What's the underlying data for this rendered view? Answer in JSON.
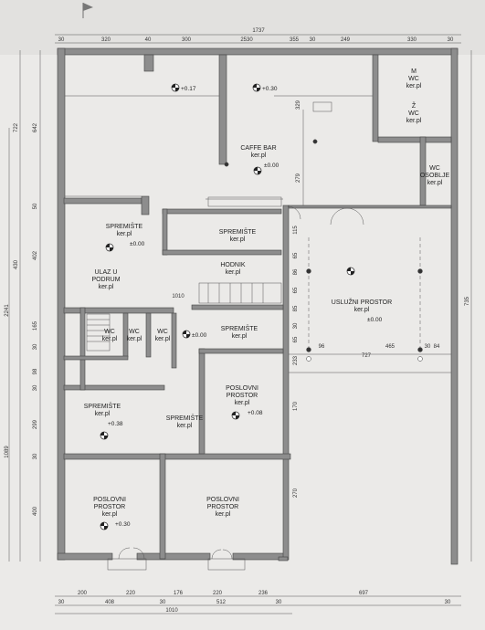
{
  "rooms": [
    {
      "id": "caffe-bar",
      "name": "CAFFE BAR",
      "floor": "ker.pl",
      "level": "±0.00"
    },
    {
      "id": "m-wc",
      "name": "M\nWC",
      "floor": "ker.pl"
    },
    {
      "id": "z-wc",
      "name": "Ž\nWC",
      "floor": "ker.pl"
    },
    {
      "id": "wc-osoblje",
      "name": "WC\nOSOBLJE",
      "floor": "ker.pl"
    },
    {
      "id": "spremiste-1",
      "name": "SPREMIŠTE",
      "floor": "ker.pl",
      "level": "±0.00"
    },
    {
      "id": "ulaz-u-podrum",
      "name": "ULAZ U\nPODRUM",
      "floor": "ker.pl"
    },
    {
      "id": "spremiste-2",
      "name": "SPREMIŠTE",
      "floor": "ker.pl"
    },
    {
      "id": "hodnik",
      "name": "HODNIK",
      "floor": "ker.pl"
    },
    {
      "id": "spremiste-3",
      "name": "SPREMIŠTE",
      "floor": "ker.pl"
    },
    {
      "id": "usluzni-prostor",
      "name": "USLUŽNI PROSTOR",
      "floor": "ker.pl",
      "level": "±0.00"
    },
    {
      "id": "wc-a",
      "name": "WC",
      "floor": "ker.pl"
    },
    {
      "id": "wc-b",
      "name": "WC",
      "floor": "ker.pl"
    },
    {
      "id": "wc-c",
      "name": "WC",
      "floor": "ker.pl"
    },
    {
      "id": "spremiste-4",
      "name": "SPREMIŠTE",
      "floor": "ker.pl",
      "level": "+0.38"
    },
    {
      "id": "spremiste-5",
      "name": "SPREMIŠTE",
      "floor": "ker.pl"
    },
    {
      "id": "poslovni-prostor-1",
      "name": "POSLOVNI\nPROSTOR",
      "floor": "ker.pl",
      "level": "+0.08"
    },
    {
      "id": "poslovni-prostor-2",
      "name": "POSLOVNI\nPROSTOR",
      "floor": "ker.pl",
      "level": "+0.30"
    },
    {
      "id": "poslovni-prostor-3",
      "name": "POSLOVNI\nPROSTOR",
      "floor": "ker.pl"
    }
  ],
  "levels": [
    "+0.17",
    "+0.30",
    "±0.00",
    "±0.00"
  ],
  "dimensions": {
    "top_total": "1737",
    "top": [
      "30",
      "320",
      "40",
      "300",
      "2530",
      "355",
      "30",
      "249",
      "330",
      "30"
    ],
    "left": [
      "722",
      "642",
      "50",
      "430",
      "402",
      "2241",
      "165",
      "30",
      "98",
      "30",
      "1089",
      "299",
      "30",
      "400"
    ],
    "right": [
      "735"
    ],
    "inner": [
      "115",
      "65",
      "86",
      "65",
      "85",
      "30",
      "65",
      "233",
      "170",
      "270",
      "329",
      "279",
      "1010",
      "96",
      "465",
      "30",
      "84",
      "727"
    ],
    "bottom_row1": [
      "200",
      "220",
      "176",
      "220",
      "236",
      "697"
    ],
    "bottom_row2": [
      "30",
      "408",
      "30",
      "512",
      "30"
    ],
    "bottom_total": "1010",
    "bottom_right": "30"
  }
}
